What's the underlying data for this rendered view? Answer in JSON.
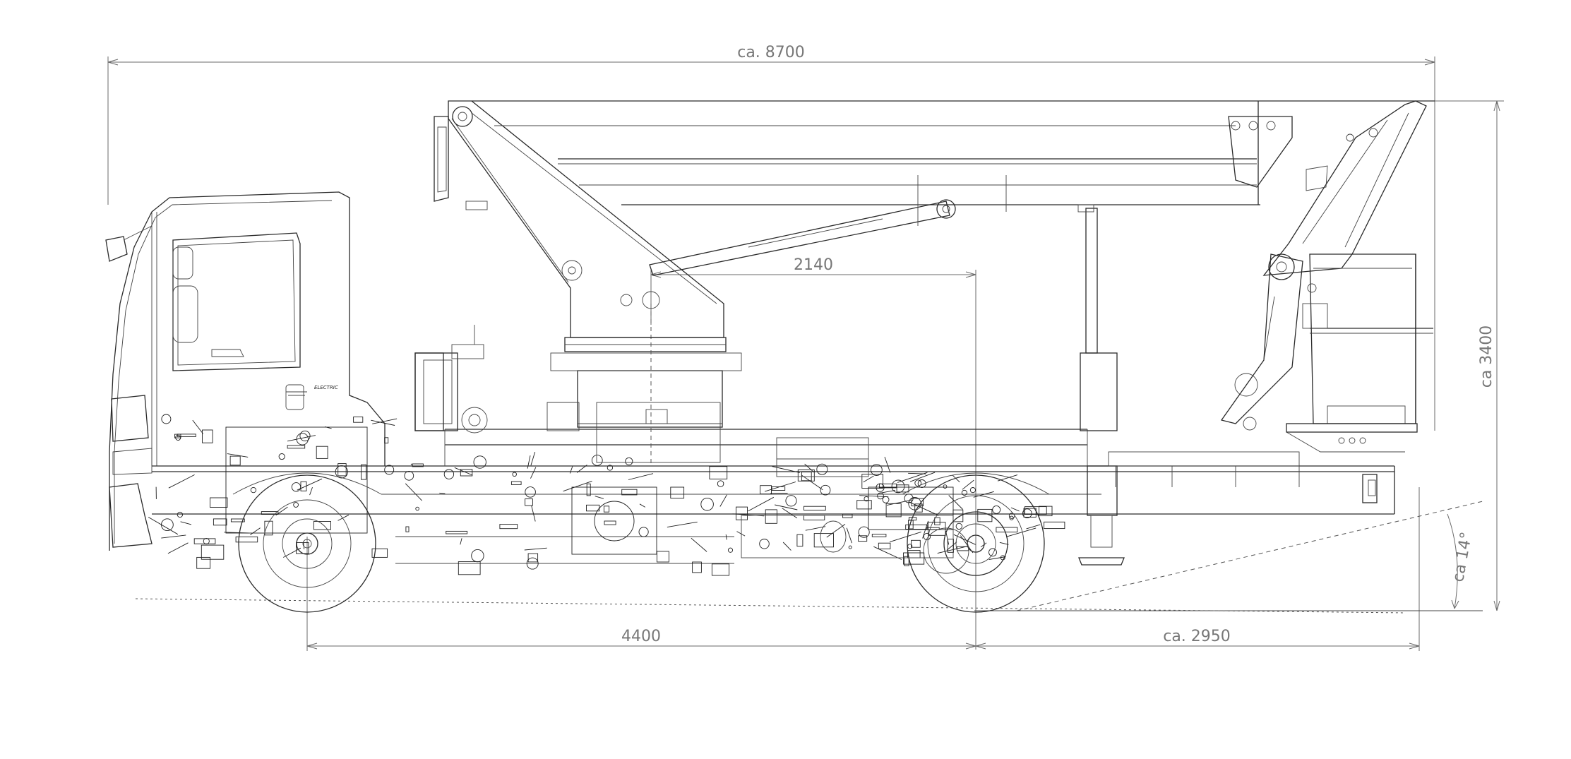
{
  "dimensions": {
    "overall_length": "ca. 8700",
    "overall_height": "ca 3400",
    "wheelbase": "4400",
    "rear_overhang": "ca. 2950",
    "turntable_offset": "2140",
    "departure_angle": "ca 14°"
  },
  "vehicle": {
    "cab_badge": "ELECTRIC"
  },
  "colors": {
    "line": "#2a2a2a",
    "dimension": "#777777",
    "background": "#ffffff"
  }
}
